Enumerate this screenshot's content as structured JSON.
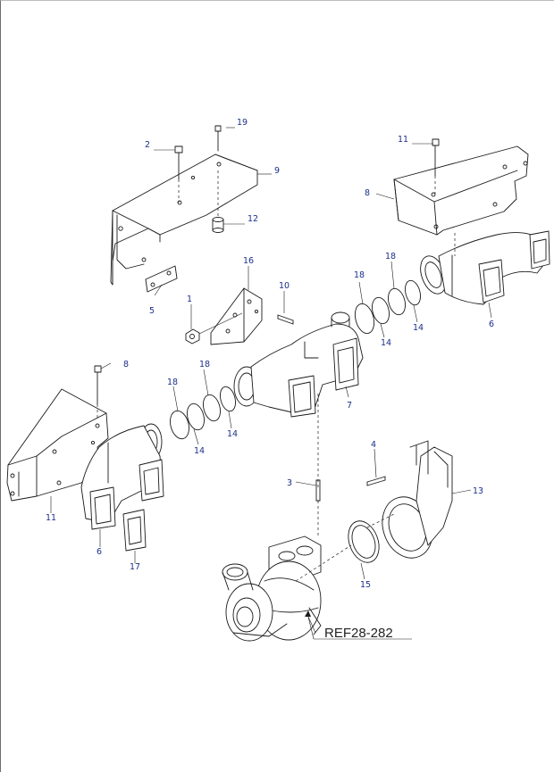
{
  "diagram": {
    "reference": "REF28-282",
    "callouts": [
      {
        "id": "c-19a",
        "label": "19"
      },
      {
        "id": "c-2",
        "label": "2"
      },
      {
        "id": "c-9",
        "label": "9"
      },
      {
        "id": "c-12",
        "label": "12"
      },
      {
        "id": "c-5",
        "label": "5"
      },
      {
        "id": "c-11a",
        "label": "11"
      },
      {
        "id": "c-8a",
        "label": "8"
      },
      {
        "id": "c-16",
        "label": "16"
      },
      {
        "id": "c-10",
        "label": "10"
      },
      {
        "id": "c-1",
        "label": "1"
      },
      {
        "id": "c-18a",
        "label": "18"
      },
      {
        "id": "c-18b",
        "label": "18"
      },
      {
        "id": "c-14a",
        "label": "14"
      },
      {
        "id": "c-14b",
        "label": "14"
      },
      {
        "id": "c-6a",
        "label": "6"
      },
      {
        "id": "c-7",
        "label": "7"
      },
      {
        "id": "c-8b",
        "label": "8"
      },
      {
        "id": "c-18c",
        "label": "18"
      },
      {
        "id": "c-18d",
        "label": "18"
      },
      {
        "id": "c-14c",
        "label": "14"
      },
      {
        "id": "c-14d",
        "label": "14"
      },
      {
        "id": "c-4",
        "label": "4"
      },
      {
        "id": "c-13",
        "label": "13"
      },
      {
        "id": "c-3",
        "label": "3"
      },
      {
        "id": "c-11b",
        "label": "11"
      },
      {
        "id": "c-6b",
        "label": "6"
      },
      {
        "id": "c-17",
        "label": "17"
      },
      {
        "id": "c-15",
        "label": "15"
      }
    ]
  },
  "colors": {
    "callout": "#1a2f8a",
    "line": "#1a1a1a",
    "reference": "#222222"
  }
}
